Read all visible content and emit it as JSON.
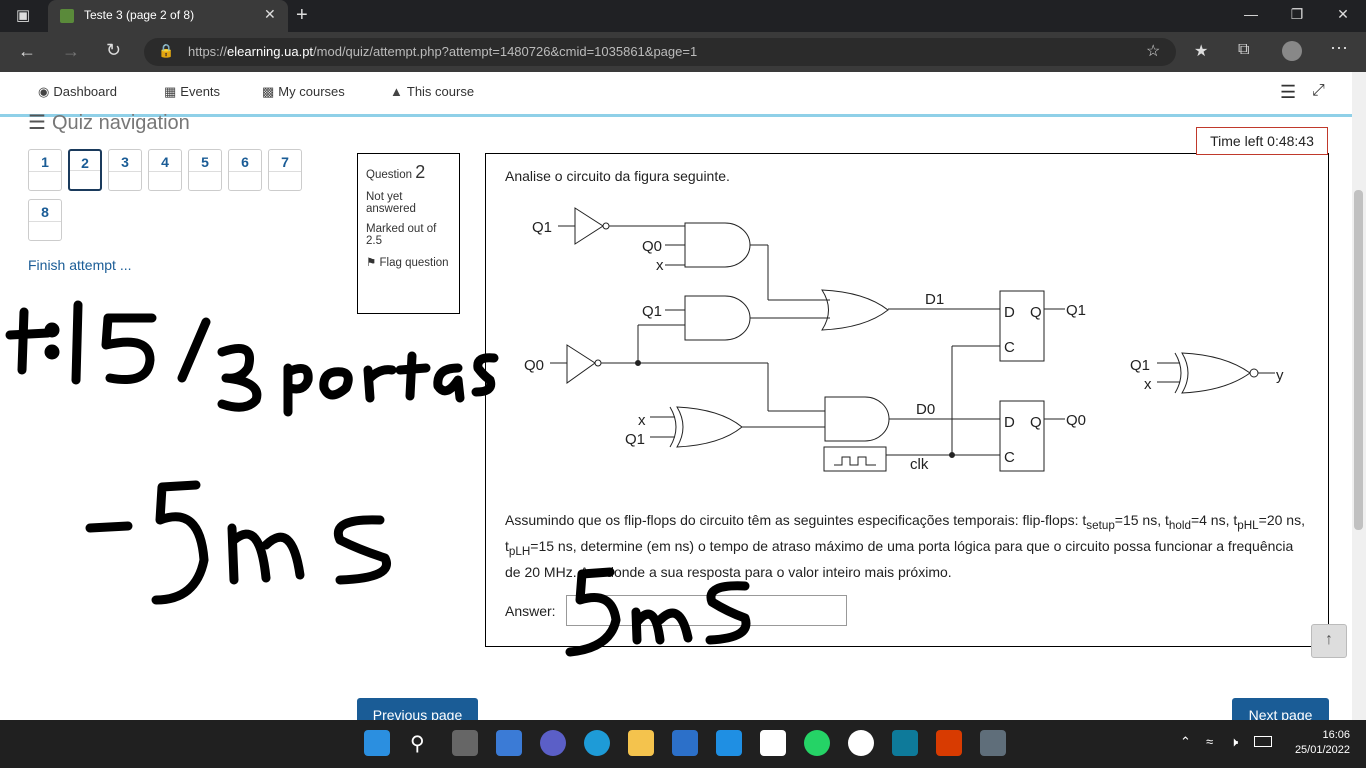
{
  "browser": {
    "tab_title": "Teste 3 (page 2 of 8)",
    "url_prefix": "https://",
    "url_domain": "elearning.ua.pt",
    "url_path": "/mod/quiz/attempt.php?attempt=1480726&cmid=1035861&page=1"
  },
  "moodle_nav": {
    "dashboard": "Dashboard",
    "events": "Events",
    "my_courses": "My courses",
    "this_course": "This course"
  },
  "quiz_nav": {
    "title": "Quiz navigation",
    "buttons": [
      "1",
      "2",
      "3",
      "4",
      "5",
      "6",
      "7",
      "8"
    ],
    "current": "2",
    "finish": "Finish attempt ..."
  },
  "question_info": {
    "label": "Question",
    "number": "2",
    "state": "Not yet answered",
    "marked": "Marked out of 2.5",
    "flag": "Flag question"
  },
  "timer": "Time left 0:48:43",
  "question": {
    "intro": "Analise o circuito da figura seguinte.",
    "text_a": "Assumindo que os flip-flops do circuito têm as seguintes especificações temporais: flip-flops: t",
    "sub_setup": "setup",
    "text_b": "=15 ns, t",
    "sub_hold": "hold",
    "text_c": "=4 ns, t",
    "sub_phl": "pHL",
    "text_d": "=20 ns, t",
    "sub_plh": "pLH",
    "text_e": "=15 ns, determine (em ns) o tempo de atraso  máximo de uma porta lógica para que o circuito possa funcionar a frequência de 20 MHz. Arredonde a sua resposta para o valor inteiro mais próximo.",
    "answer_label": "Answer:",
    "answer_value": ""
  },
  "circuit_labels": {
    "q1_top": "Q1",
    "q0_and1": "Q0",
    "x_and1": "x",
    "q1_and2": "Q1",
    "q0_in": "Q0",
    "x_xor": "x",
    "q1_xor": "Q1",
    "d1": "D1",
    "d0": "D0",
    "clk": "clk",
    "ff_d": "D",
    "ff_q": "Q",
    "ff_c": "C",
    "q1_out": "Q1",
    "q0_out": "Q0",
    "xnor_q1": "Q1",
    "xnor_x": "x",
    "y": "y"
  },
  "buttons": {
    "previous": "Previous page",
    "next": "Next page"
  },
  "taskbar": {
    "time": "16:06",
    "date": "25/01/2022"
  }
}
